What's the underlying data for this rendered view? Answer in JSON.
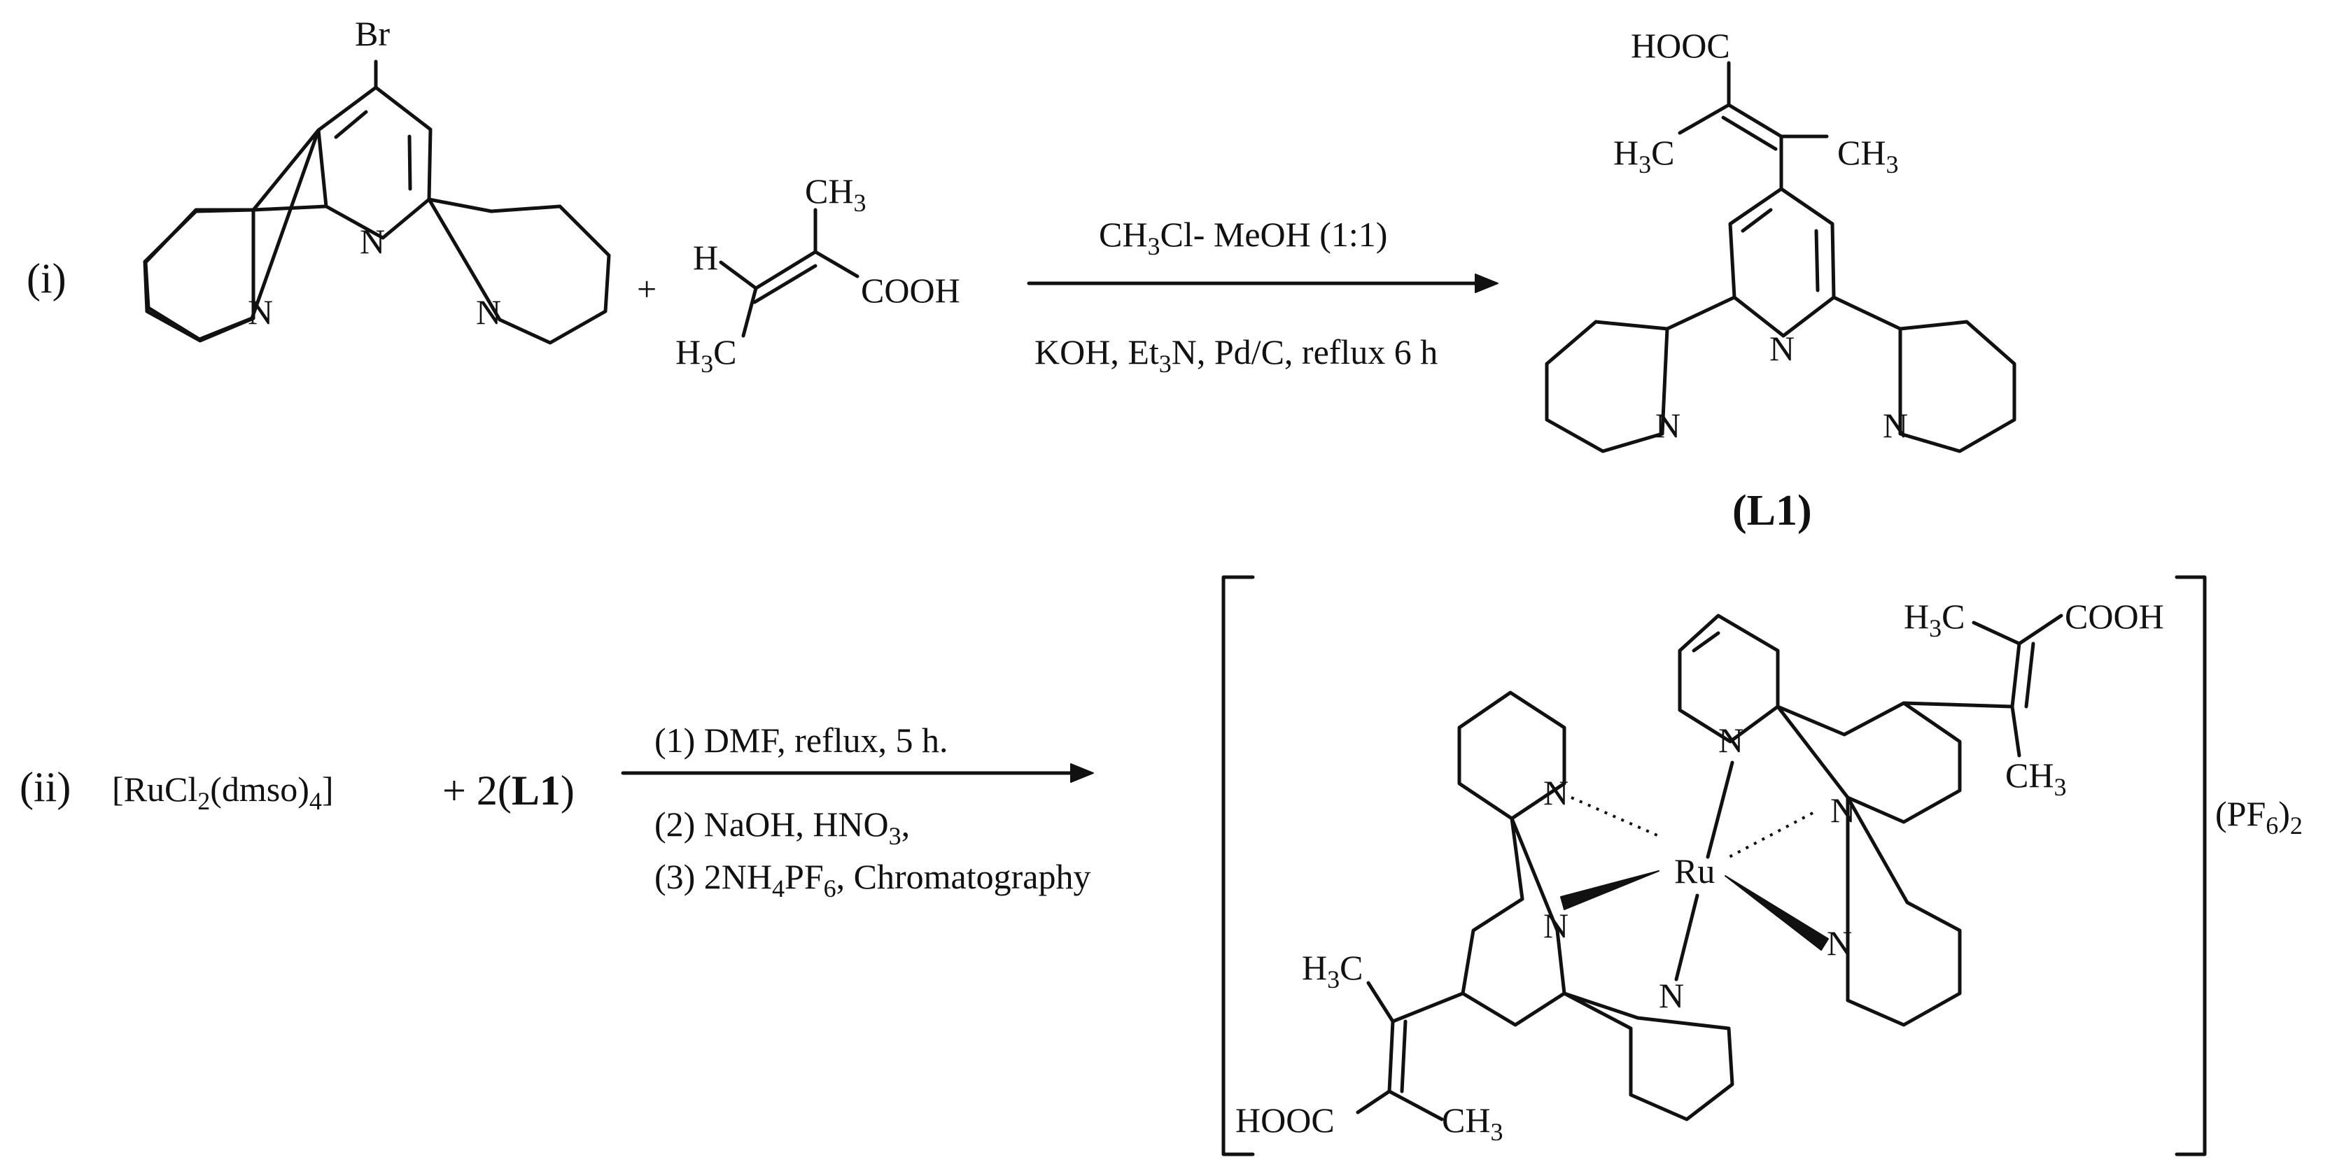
{
  "step_i": {
    "label": "(i)",
    "plus": "+",
    "reactant1": {
      "br": "Br",
      "n_left": "N",
      "n_center": "N",
      "n_right": "N"
    },
    "reactant2": {
      "h": "H",
      "ch3_top": "CH",
      "ch3_top_sub": "3",
      "cooh": "COOH",
      "h3c": "H",
      "h3c_sub": "3",
      "h3c_c": "C"
    },
    "conditions_top": {
      "a": "CH",
      "a_sub": "3",
      "b": "Cl- MeOH (1:1)"
    },
    "conditions_bottom": {
      "a": "KOH, Et",
      "a_sub": "3",
      "b": "N, Pd/C, reflux 6 h"
    },
    "product": {
      "hooc": "HOOC",
      "h3c": "H",
      "h3c_sub": "3",
      "h3c_c": "C",
      "ch3": "CH",
      "ch3_sub": "3",
      "n_left": "N",
      "n_center": "N",
      "n_right": "N",
      "name": "(L1)"
    }
  },
  "step_ii": {
    "label": "(ii)",
    "ru_precursor": {
      "a": "[RuCl",
      "a_sub": "2",
      "b": "(dmso)",
      "b_sub": "4",
      "c": "]"
    },
    "plus_2": "+ 2(",
    "ligand": "L1",
    "close_paren": ")",
    "condition_1": "(1) DMF, reflux, 5 h.",
    "condition_2": {
      "a": "(2) NaOH, HNO",
      "a_sub": "3",
      "b": ","
    },
    "condition_3": {
      "a": "(3) 2NH",
      "a_sub": "4",
      "b": "PF",
      "b_sub": "6",
      "c": ", Chromatography"
    },
    "complex": {
      "ru": "Ru",
      "n": "N",
      "h3c": "H",
      "h3c_sub": "3",
      "h3c_c": "C",
      "cooh": "COOH",
      "ch3": "CH",
      "ch3_sub": "3",
      "hooc": "HOOC"
    },
    "counter_ion": {
      "a": "(PF",
      "a_sub": "6",
      "b": ")",
      "b_sub": "2"
    }
  }
}
